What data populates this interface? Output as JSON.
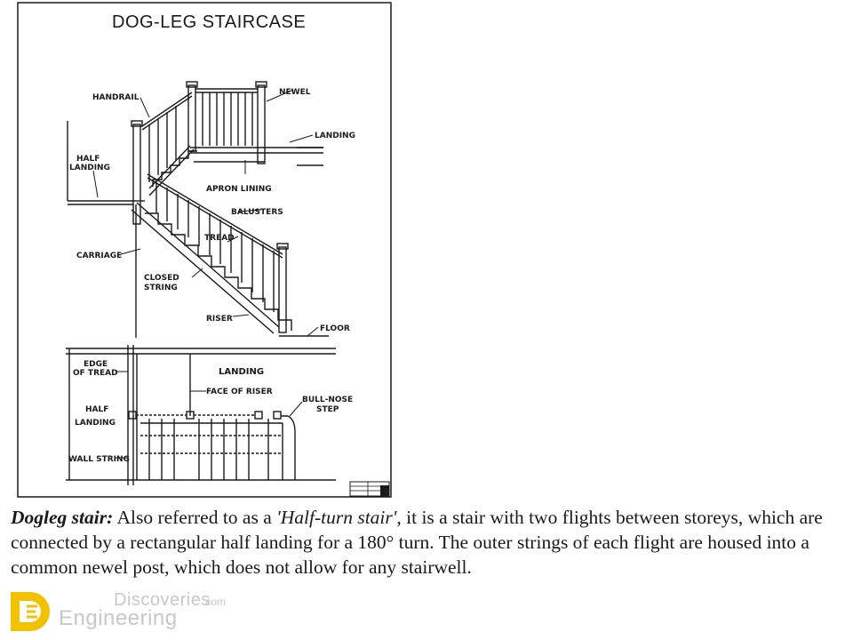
{
  "diagram": {
    "title": "DOG-LEG STAIRCASE",
    "elevation_labels": {
      "handrail": "HANDRAIL",
      "newel": "NEWEL",
      "landing": "LANDING",
      "half_landing_1": "HALF",
      "half_landing_2": "LANDING",
      "apron_lining": "APRON LINING",
      "balusters": "BALUSTERS",
      "tread": "TREAD",
      "carriage": "CARRIAGE",
      "closed_string_1": "CLOSED",
      "closed_string_2": "STRING",
      "riser": "RISER",
      "floor": "FLOOR"
    },
    "plan_labels": {
      "edge_of_tread_1": "EDGE",
      "edge_of_tread_2": "OF TREAD",
      "landing": "LANDING",
      "face_of_riser": "FACE OF RISER",
      "bull_nose_step_1": "BULL-NOSE",
      "bull_nose_step_2": "STEP",
      "half_landing_1": "HALF",
      "half_landing_2": "LANDING",
      "wall_string": "WALL STRING"
    }
  },
  "caption": {
    "term": "Dogleg stair:",
    "text_before": " Also referred to as a ",
    "alt_name": "'Half-turn stair'",
    "text_after": ", it is a stair with two flights between storeys, which are connected by a rectangular half landing for a 180° turn. The outer strings of each flight are housed into a common newel post, which does not allow for any stairwell."
  },
  "brand": {
    "name_top": "Discoveries",
    "domain": ".com",
    "name_bottom": "Engineering",
    "logo_color": "#f2c200"
  }
}
